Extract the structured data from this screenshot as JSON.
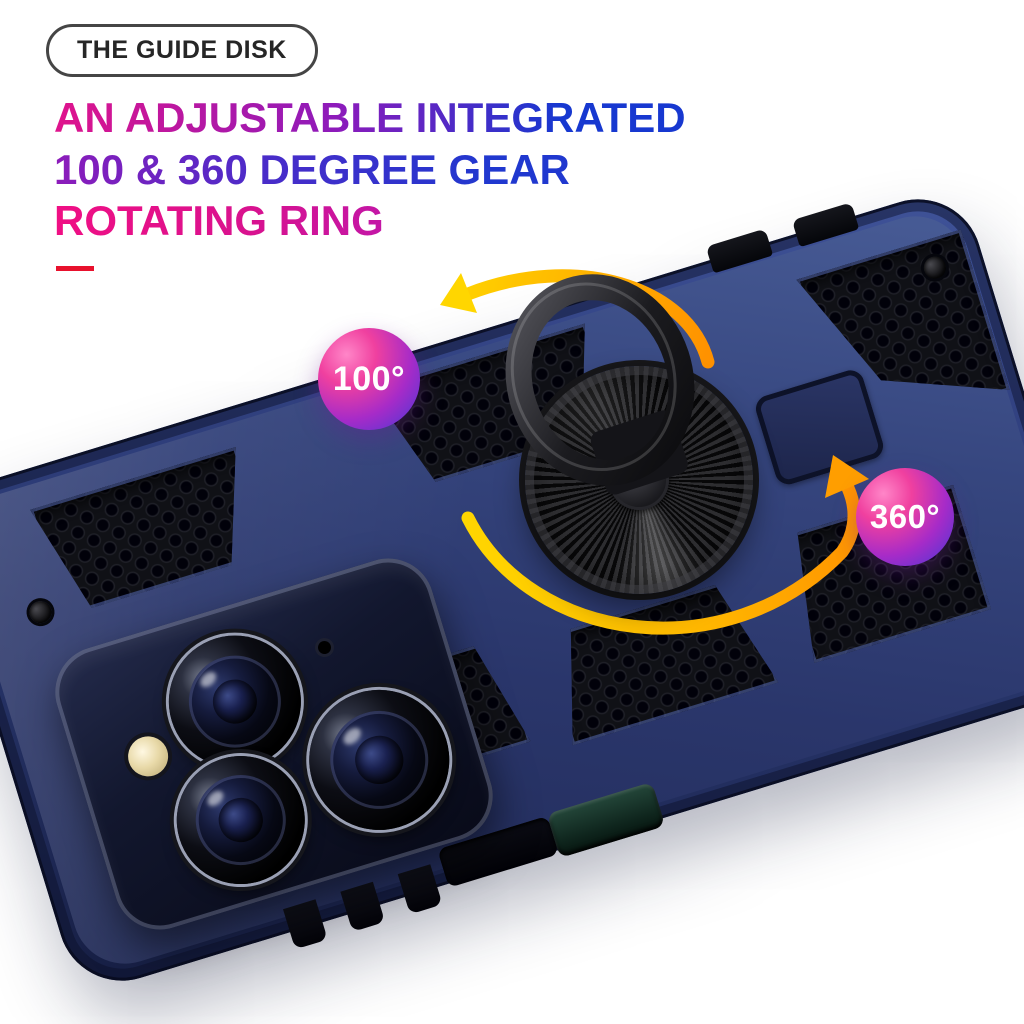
{
  "pill": {
    "label": "THE GUIDE DISK"
  },
  "heading": {
    "line1": "AN ADJUSTABLE INTEGRATED",
    "line2": "100 & 360 DEGREE GEAR",
    "line3": "ROTATING RING"
  },
  "callouts": {
    "small_angle": "100°",
    "large_angle": "360°"
  },
  "icons": {
    "rotation_arrow_upper": "curved-arrow-counterclockwise",
    "rotation_arrow_lower": "curved-arrow-clockwise",
    "ring_stand": "kickstand-ring",
    "camera": "triple-camera-module"
  },
  "colors": {
    "heading_gradient": [
      "#f2077e",
      "#8c1bbb",
      "#1436d2"
    ],
    "badge_gradient": [
      "#ff86c8",
      "#f0409f",
      "#a62bc8",
      "#4438d6"
    ],
    "accent_red": "#e8112d",
    "arrow_yellow": "#ffd600",
    "arrow_orange": "#ff9100",
    "case_navy": "#2a3568",
    "background": "#ffffff"
  }
}
